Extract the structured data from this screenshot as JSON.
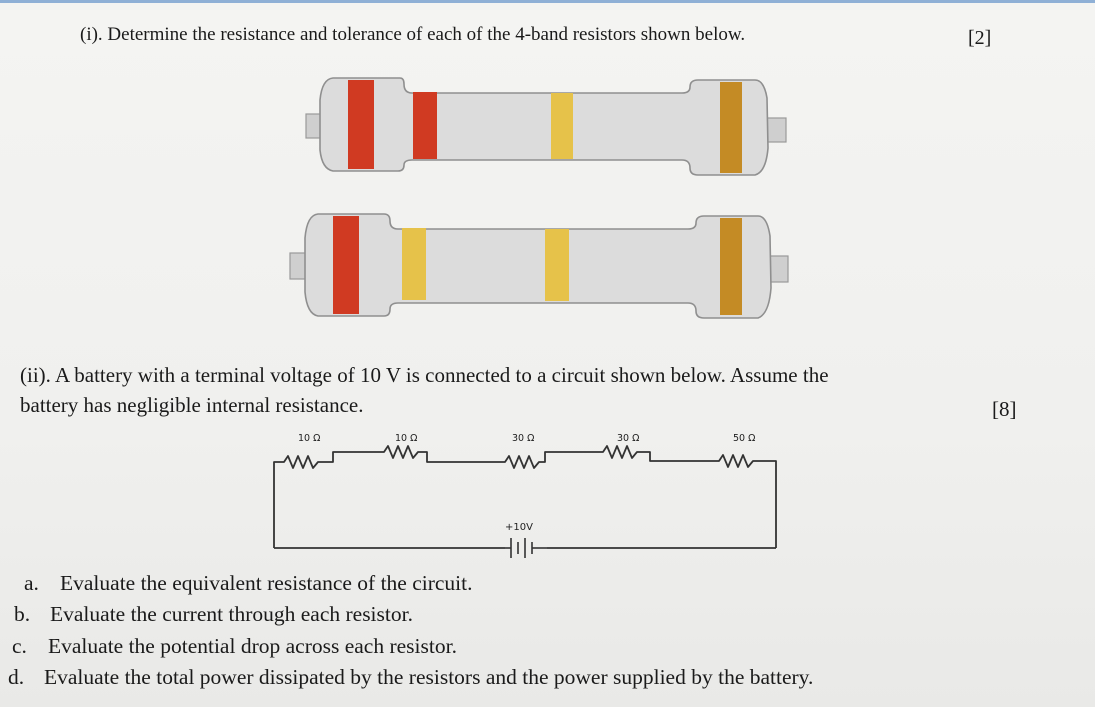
{
  "part_i": {
    "question": "(i). Determine the resistance and tolerance of each of the 4-band resistors shown below.",
    "marks": "[2]"
  },
  "resistors": [
    {
      "bands": [
        "red",
        "red",
        "yellow",
        "gold"
      ]
    },
    {
      "bands": [
        "red",
        "yellow",
        "yellow",
        "gold"
      ]
    }
  ],
  "colors": {
    "red": "#d03a22",
    "yellow": "#e6c24a",
    "gold": "#c48b25",
    "resistor_body": "#dcdcdc",
    "lead": "#cfcfcf",
    "wire": "#333333"
  },
  "part_ii": {
    "line1": "(ii). A battery with a terminal voltage of 10 V is connected to a circuit shown below. Assume the",
    "line2": "battery has negligible internal resistance.",
    "marks": "[8]"
  },
  "circuit": {
    "resistor_labels": [
      "10 Ω",
      "10 Ω",
      "30 Ω",
      "30 Ω",
      "50 Ω"
    ],
    "battery_label": "+10V"
  },
  "subquestions": [
    {
      "letter": "a.",
      "text": "Evaluate the equivalent resistance of the circuit."
    },
    {
      "letter": "b.",
      "text": "Evaluate the current through each resistor."
    },
    {
      "letter": "c.",
      "text": "Evaluate the potential drop across each resistor."
    },
    {
      "letter": "d.",
      "text": "Evaluate the total power dissipated by the resistors and the power supplied by the battery."
    }
  ]
}
